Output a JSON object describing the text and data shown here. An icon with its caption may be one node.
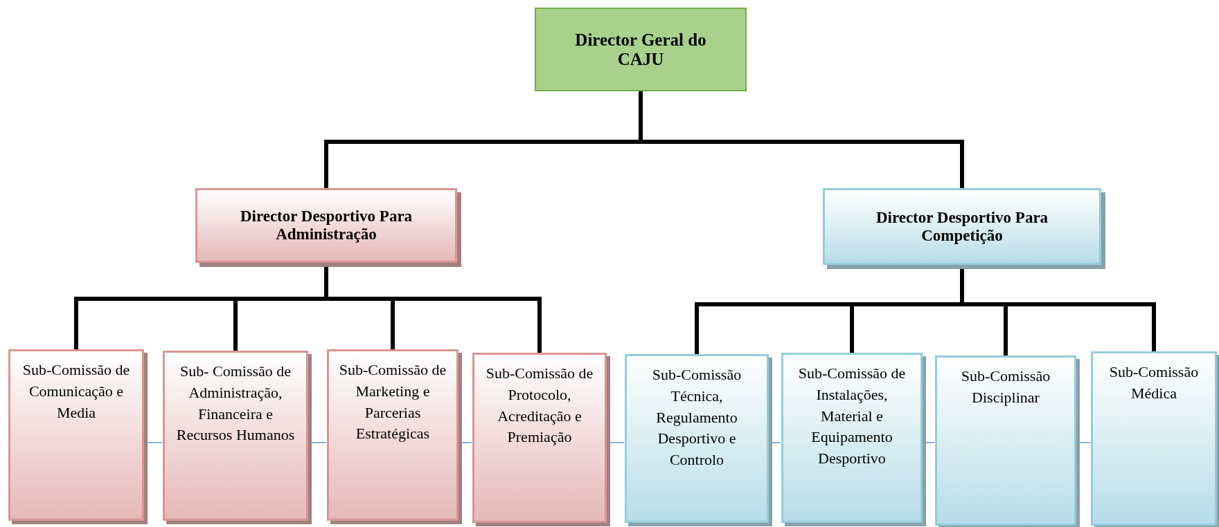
{
  "diagram": {
    "nodes": [
      {
        "text": [
          "Director Geral do CAJU"
        ]
      },
      {
        "text": [
          "Director Desportivo Para Administração"
        ]
      },
      {
        "text": [
          "Director Desportivo Para Competição"
        ]
      },
      {
        "text": [
          "Sub-Comissão de Comunicação e Media"
        ]
      },
      {
        "text": [
          "Sub- Comissão de Administração, Financeira e Recursos Humanos"
        ]
      },
      {
        "text": [
          "Sub-Comissão de Marketing e Parcerias Estratégicas"
        ]
      },
      {
        "text": [
          "Sub-Comissão de Protocolo, Acreditação e Premiação"
        ]
      },
      {
        "text": [
          "Sub-Comissão Técnica, Regulamento Desportivo e Controlo"
        ]
      },
      {
        "text": [
          "Sub-Comissão de Instalações, Material e Equipamento Desportivo"
        ]
      },
      {
        "text": [
          "Sub-Comissão Disciplinar"
        ]
      },
      {
        "text": [
          "Sub-Comissão Médica"
        ]
      }
    ],
    "edges": [
      {
        "from": 0,
        "to": 1,
        "arrow": "none"
      },
      {
        "from": 0,
        "to": 2,
        "arrow": "none"
      },
      {
        "from": 1,
        "to": 3,
        "arrow": "none"
      },
      {
        "from": 1,
        "to": 4,
        "arrow": "none"
      },
      {
        "from": 1,
        "to": 5,
        "arrow": "none"
      },
      {
        "from": 1,
        "to": 6,
        "arrow": "none"
      },
      {
        "from": 2,
        "to": 7,
        "arrow": "none"
      },
      {
        "from": 2,
        "to": 8,
        "arrow": "none"
      },
      {
        "from": 2,
        "to": 9,
        "arrow": "none"
      },
      {
        "from": 2,
        "to": 10,
        "arrow": "none"
      },
      {
        "from": 3,
        "to": 4,
        "arrow": "none",
        "color": "#5b9bd5"
      },
      {
        "from": 4,
        "to": 5,
        "arrow": "none",
        "color": "#5b9bd5"
      },
      {
        "from": 5,
        "to": 6,
        "arrow": "none",
        "color": "#5b9bd5"
      },
      {
        "from": 6,
        "to": 7,
        "arrow": "none",
        "color": "#5b9bd5"
      },
      {
        "from": 7,
        "to": 8,
        "arrow": "none",
        "color": "#5b9bd5"
      },
      {
        "from": 8,
        "to": 9,
        "arrow": "none",
        "color": "#5b9bd5"
      },
      {
        "from": 9,
        "to": 10,
        "arrow": "none",
        "color": "#5b9bd5"
      }
    ]
  }
}
